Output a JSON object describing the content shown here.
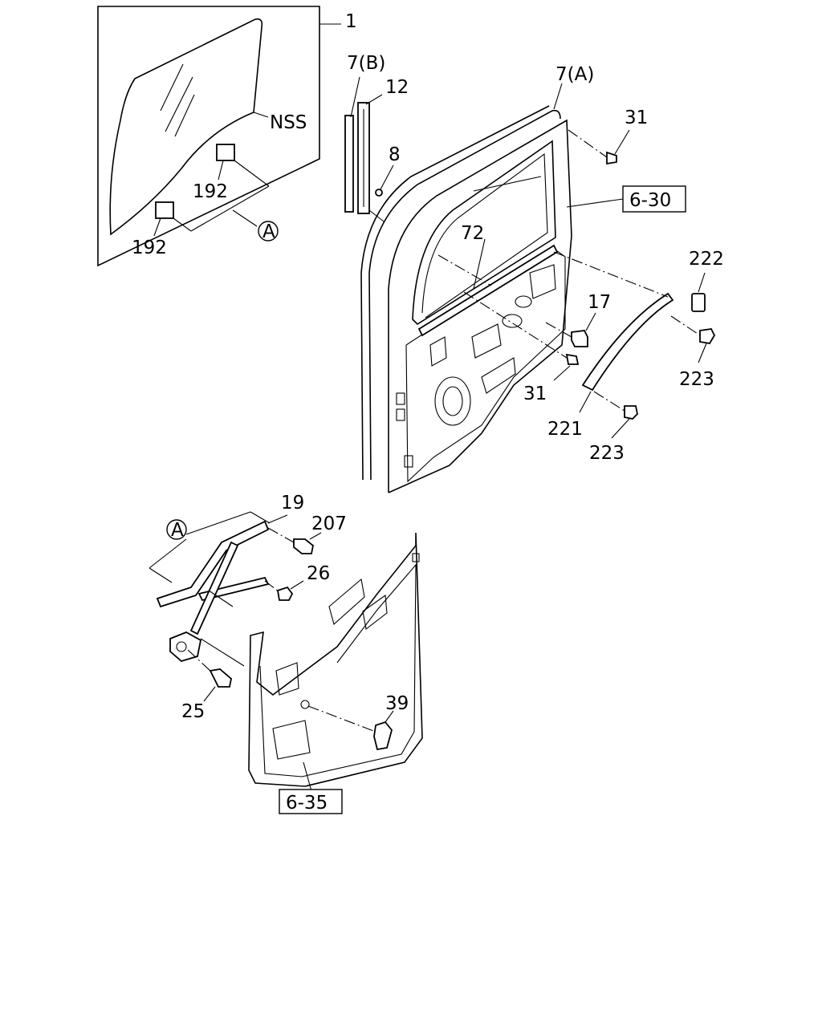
{
  "labels": {
    "l1": "1",
    "nss": "NSS",
    "l192a": "192",
    "l192b": "192",
    "circleA1": "A",
    "l7b": "7(B)",
    "l12": "12",
    "l8": "8",
    "l7a": "7(A)",
    "l31a": "31",
    "ref630": "6-30",
    "l72": "72",
    "l222": "222",
    "l17": "17",
    "l31b": "31",
    "l223a": "223",
    "l221": "221",
    "l223b": "223",
    "l19": "19",
    "circleA2": "A",
    "l207": "207",
    "l26": "26",
    "l25": "25",
    "l39": "39",
    "ref635": "6-35"
  }
}
